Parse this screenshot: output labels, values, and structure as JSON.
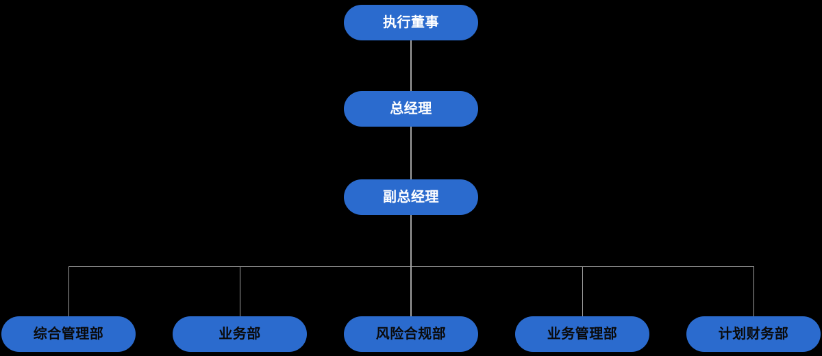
{
  "org_chart": {
    "type": "org-hierarchy",
    "colors": {
      "background": "#000000",
      "node_fill": "#2b6bce",
      "executive_text": "#ffffff",
      "department_text": "#0a0a0a",
      "connector_line": "#a3a3a3"
    },
    "levels": [
      {
        "id": "executive-director",
        "label": "执行董事"
      },
      {
        "id": "general-manager",
        "label": "总经理"
      },
      {
        "id": "deputy-general-manager",
        "label": "副总经理"
      }
    ],
    "departments": [
      {
        "id": "comprehensive-management",
        "label": "综合管理部"
      },
      {
        "id": "business",
        "label": "业务部"
      },
      {
        "id": "risk-compliance",
        "label": "风险合规部"
      },
      {
        "id": "business-management",
        "label": "业务管理部"
      },
      {
        "id": "planning-finance",
        "label": "计划财务部"
      }
    ]
  }
}
